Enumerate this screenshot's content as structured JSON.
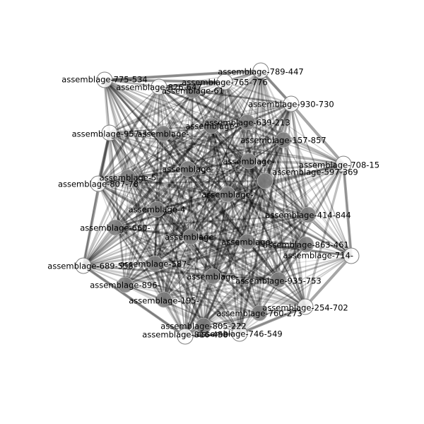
{
  "graph": {
    "edge_color": "#000000",
    "node_outer_fill": "#ffffff",
    "node_inner_fill": "#808080",
    "node_stroke": "#808080",
    "label_color": "#000000",
    "nodes": [
      {
        "id": "n0",
        "label": "assemblage-775-534",
        "ring": "outer"
      },
      {
        "id": "n1",
        "label": "assemblage-789-447",
        "ring": "outer"
      },
      {
        "id": "n2",
        "label": "assemblage-930-730",
        "ring": "outer"
      },
      {
        "id": "n3",
        "label": "assemblage-708-15",
        "ring": "outer"
      },
      {
        "id": "n4",
        "label": "assemblage-714-",
        "ring": "outer"
      },
      {
        "id": "n5",
        "label": "assemblage-254-702",
        "ring": "outer"
      },
      {
        "id": "n6",
        "label": "assemblage-746-549",
        "ring": "outer"
      },
      {
        "id": "n7",
        "label": "assemblage-816-458",
        "ring": "outer"
      },
      {
        "id": "n8",
        "label": "assemblage-689-558",
        "ring": "outer"
      },
      {
        "id": "n9",
        "label": "assemblage-957-3",
        "ring": "outer"
      },
      {
        "id": "n10",
        "label": "assemblage-807-78",
        "ring": "outer"
      },
      {
        "id": "n11",
        "label": "assemblage-826-647",
        "ring": "outer"
      },
      {
        "id": "n12",
        "label": "assemblage-765-776",
        "ring": "outer"
      },
      {
        "id": "n13",
        "label": "assemblage-639-213",
        "ring": "inner"
      },
      {
        "id": "n14",
        "label": "assemblage-157-857",
        "ring": "inner"
      },
      {
        "id": "n15",
        "label": "assemblage-597-369",
        "ring": "inner"
      },
      {
        "id": "n16",
        "label": "assemblage-414-844",
        "ring": "inner"
      },
      {
        "id": "n17",
        "label": "assemblage-863-461",
        "ring": "inner"
      },
      {
        "id": "n18",
        "label": "assemblage-935-753",
        "ring": "inner"
      },
      {
        "id": "n19",
        "label": "assemblage-760-273",
        "ring": "inner"
      },
      {
        "id": "n20",
        "label": "assemblage-805-222",
        "ring": "inner"
      },
      {
        "id": "n21",
        "label": "assemblage-195-",
        "ring": "inner"
      },
      {
        "id": "n22",
        "label": "assemblage-896-",
        "ring": "inner"
      },
      {
        "id": "n23",
        "label": "assemblage-587-",
        "ring": "inner"
      },
      {
        "id": "n24",
        "label": "assemblage-660-",
        "ring": "inner"
      },
      {
        "id": "n25",
        "label": "assemblage-4",
        "ring": "inner"
      },
      {
        "id": "n26",
        "label": "assemblage-61",
        "ring": "inner"
      },
      {
        "id": "n27",
        "label": "assemblage-5",
        "ring": "inner"
      },
      {
        "id": "n28",
        "label": "assemblage-",
        "ring": "inner"
      },
      {
        "id": "n29",
        "label": "assemblage-",
        "ring": "inner"
      },
      {
        "id": "n30",
        "label": "assemblage-",
        "ring": "inner"
      },
      {
        "id": "n31",
        "label": "assemblage-",
        "ring": "inner"
      },
      {
        "id": "n32",
        "label": "assemblage-",
        "ring": "inner"
      },
      {
        "id": "n33",
        "label": "assemblage-",
        "ring": "inner"
      },
      {
        "id": "n34",
        "label": "assemblage-",
        "ring": "inner"
      },
      {
        "id": "n35",
        "label": "assemblage-",
        "ring": "inner"
      }
    ]
  }
}
